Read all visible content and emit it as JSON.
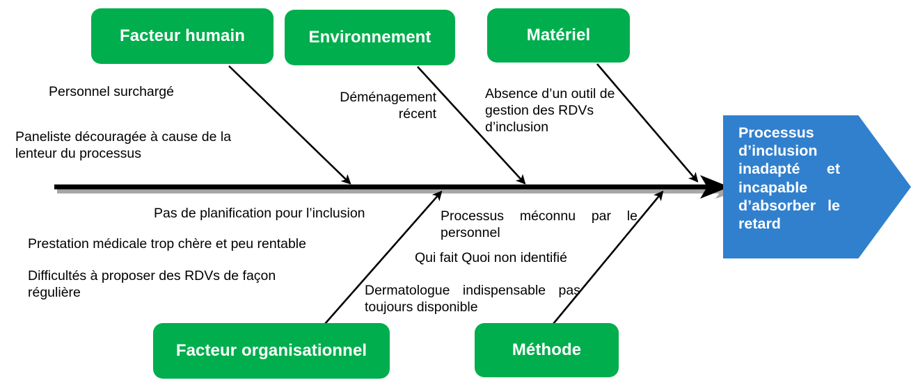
{
  "diagram": {
    "type": "fishbone-ishikawa",
    "title_effect": "Processus d’inclusion inadapté et incapable d’absorber le retard",
    "colors": {
      "category_box": "#00AE4D",
      "effect_shape": "#3180CE",
      "spine": "#000000",
      "spine_shadow": "#A6A6A6",
      "text": "#000000",
      "box_text": "#FFFFFF"
    }
  },
  "categories": {
    "facteur_humain": "Facteur humain",
    "environnement": "Environnement",
    "materiel": "Matériel",
    "facteur_organisationnel": "Facteur organisationnel",
    "methode": "Méthode"
  },
  "effect": {
    "label": "Processus d’inclusion inadapté et incapable d’absorber le retard"
  },
  "causes": {
    "facteur_humain": [
      "Personnel surchargé",
      "Paneliste découragée à cause de la lenteur du processus"
    ],
    "environnement": [
      "Déménagement récent"
    ],
    "materiel": [
      "Absence d’un outil de gestion des RDVs d’inclusion"
    ],
    "facteur_organisationnel": [
      "Pas de planification pour l’inclusion",
      "Prestation médicale trop chère et peu rentable",
      "Difficultés à proposer des RDVs de façon régulière"
    ],
    "methode": [
      "Processus méconnu par le personnel",
      "Qui fait Quoi non identifié",
      "Dermatologue indispensable pas toujours disponible"
    ]
  },
  "labels": {
    "personnel_surcharge": "Personnel surchargé",
    "paneliste": "Paneliste découragée à cause de la\nlenteur du processus",
    "demenagement": "Déménagement récent",
    "absence_outil": "Absence d’un outil de gestion des RDVs d’inclusion",
    "pas_planification": "Pas de planification pour l’inclusion",
    "prestation": "Prestation médicale trop chère et peu rentable",
    "difficultes": "Difficultés à proposer des RDVs de façon\nrégulière",
    "processus_meconnu": "Processus méconnu par le personnel",
    "qui_fait_quoi": "Qui fait Quoi non identifié",
    "dermatologue": "Dermatologue indispensable pas toujours disponible"
  }
}
